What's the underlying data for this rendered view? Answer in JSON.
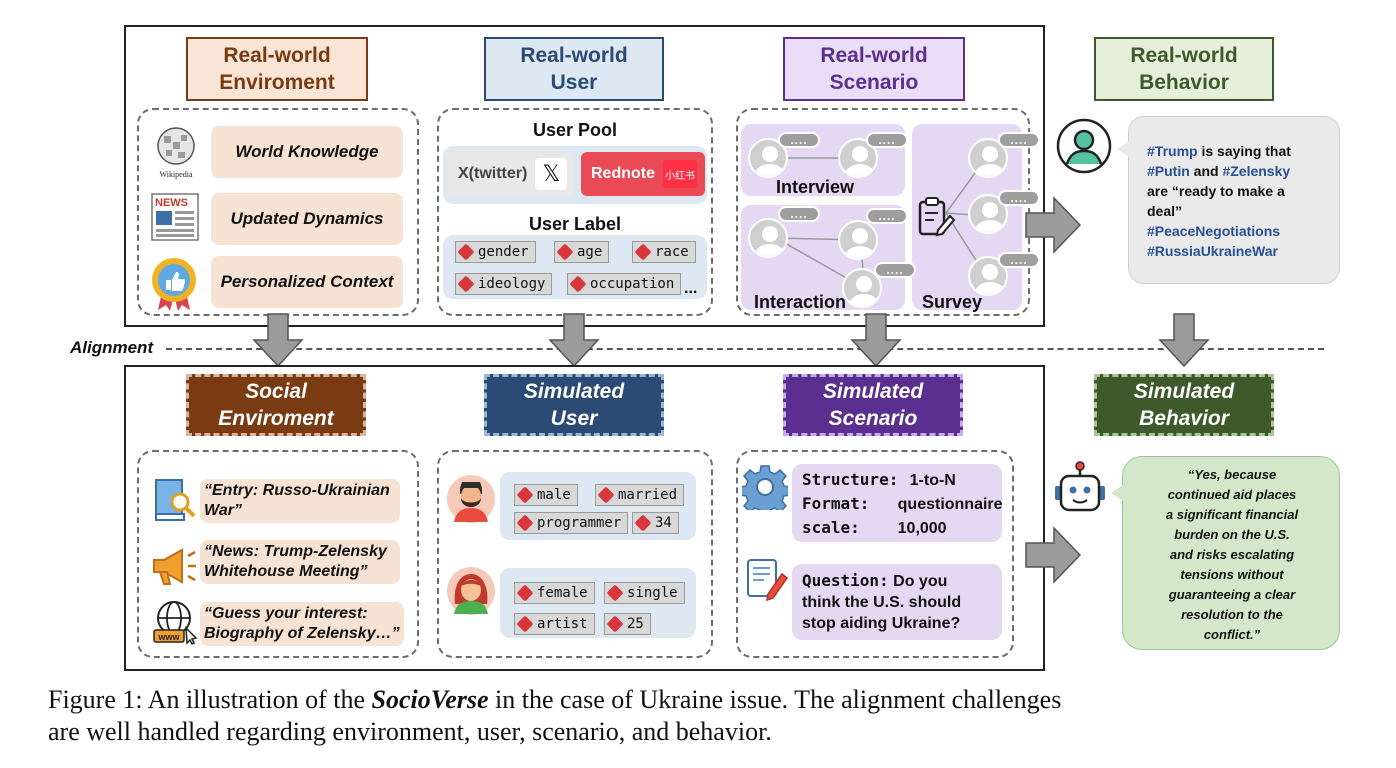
{
  "alignment_label": "Alignment",
  "top": {
    "environment": {
      "title_line1": "Real-world",
      "title_line2": "Enviroment",
      "wiki_label": "Wikipedia",
      "news_label": "NEWS",
      "items": [
        "World Knowledge",
        "Updated Dynamics",
        "Personalized Context"
      ]
    },
    "user": {
      "title_line1": "Real-world",
      "title_line2": "User",
      "pool_title": "User Pool",
      "platforms": [
        "X(twitter)",
        "Rednote"
      ],
      "x_glyph": "𝕏",
      "rednote_badge": "小红书",
      "label_title": "User Label",
      "labels": [
        "gender",
        "age",
        "race",
        "ideology",
        "occupation"
      ],
      "ellipsis": "..."
    },
    "scenario": {
      "title_line1": "Real-world",
      "title_line2": "Scenario",
      "dots": "....",
      "groups": [
        "Interview",
        "Interaction",
        "Survey"
      ]
    },
    "behavior": {
      "title_line1": "Real-world",
      "title_line2": "Behavior",
      "tweet": {
        "h1": "#Trump",
        "t1": " is saying that",
        "h2": "#Putin",
        "t2": " and ",
        "h3": "#Zelensky",
        "t3": "are “ready to make a",
        "t4": "deal”",
        "h4": "#PeaceNegotiations",
        "h5": "#RussiaUkraineWar"
      }
    }
  },
  "bottom": {
    "environment": {
      "title_line1": "Social",
      "title_line2": "Enviroment",
      "items": [
        {
          "line1": "“Entry: Russo-Ukrainian",
          "line2": "War”"
        },
        {
          "line1": "“News: Trump-Zelensky",
          "line2": "Whitehouse Meeting”"
        },
        {
          "line1": "“Guess your interest:",
          "line2": "Biography of Zelensky…”"
        }
      ],
      "www_label": "www"
    },
    "user": {
      "title_line1": "Simulated",
      "title_line2": "User",
      "user1_tags": [
        "male",
        "married",
        "programmer",
        "34"
      ],
      "user2_tags": [
        "female",
        "single",
        "artist",
        "25"
      ]
    },
    "scenario": {
      "title_line1": "Simulated",
      "title_line2": "Scenario",
      "structure_key": "Structure:",
      "structure_val": "1-to-N",
      "format_key": "Format:",
      "format_val": "questionnaire",
      "scale_key": "scale:",
      "scale_val": "10,000",
      "question_key": "Question:",
      "question_line1": "Do you",
      "question_line2": "think the U.S. should",
      "question_line3": "stop aiding Ukraine?"
    },
    "behavior": {
      "title_line1": "Simulated",
      "title_line2": "Behavior",
      "reply_lines": [
        "“Yes, because",
        "continued aid places",
        "a significant financial",
        "burden on the U.S.",
        "and risks escalating",
        "tensions without",
        "guaranteeing a clear",
        "resolution to the",
        "conflict.”"
      ]
    }
  },
  "caption": {
    "prefix": "Figure 1:  An illustration of the ",
    "emph": "SocioVerse",
    "line1_rest": " in the case of Ukraine issue.  The alignment challenges",
    "line2": "are well handled regarding environment, user, scenario, and behavior."
  },
  "colors": {
    "env_brown": "#7a3a12",
    "env_fill": "#f8e5d6",
    "user_blue": "#2b4a74",
    "user_fill": "#dde8f3",
    "scen_purple": "#5b2f8f",
    "scen_fill": "#e9def5",
    "beh_green": "#3f5a2a",
    "beh_fill": "#e6efdc",
    "hashtag_blue": "#2a4f96",
    "arrow_gray": "#9b9b9b"
  },
  "icons": [
    "wikipedia-globe-icon",
    "newspaper-icon",
    "thumbs-up-badge-icon",
    "x-logo-icon",
    "rednote-logo-icon",
    "clipboard-edit-icon",
    "user-avatar-icon",
    "book-search-icon",
    "megaphone-icon",
    "www-globe-icon",
    "bearded-man-avatar-icon",
    "woman-avatar-icon",
    "gear-icon",
    "document-pen-icon",
    "robot-icon"
  ]
}
